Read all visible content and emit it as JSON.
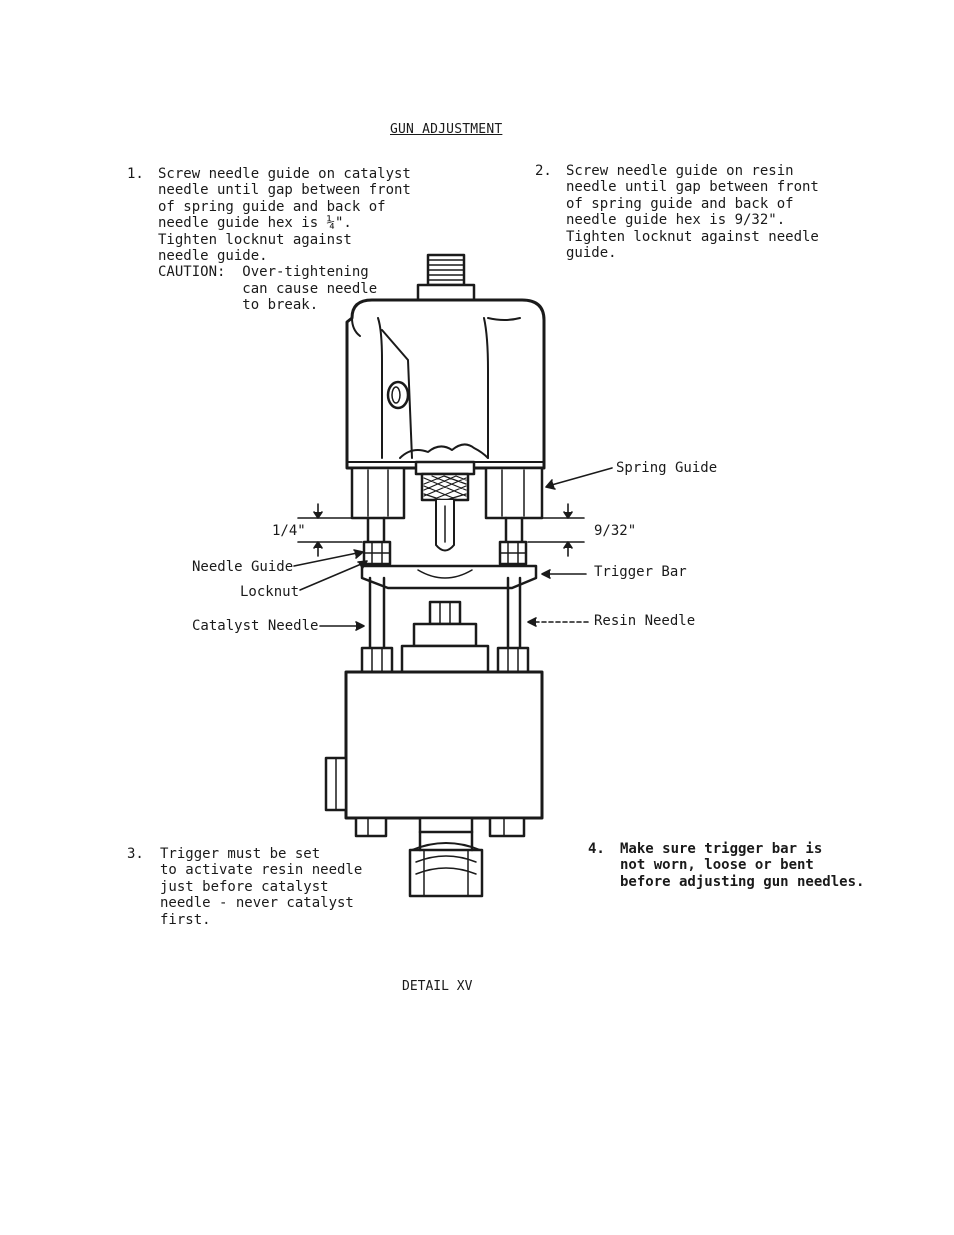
{
  "title": "GUN ADJUSTMENT",
  "caption": "DETAIL XV",
  "steps": [
    {
      "number": "1.",
      "lines": "Screw needle guide on catalyst\nneedle until gap between front\nof spring guide and back of\nneedle guide hex is ¼\".\nTighten locknut against\nneedle guide.\nCAUTION:  Over-tightening\n          can cause needle\n          to break."
    },
    {
      "number": "2.",
      "lines": "Screw needle guide on resin\nneedle until gap between front\nof spring guide and back of\nneedle guide hex is 9/32\".\nTighten locknut against needle\nguide."
    },
    {
      "number": "3.",
      "lines": "Trigger must be set\nto activate resin needle\njust before catalyst\nneedle - never catalyst\nfirst."
    },
    {
      "number": "4.",
      "lines": "Make sure trigger bar is\nnot worn, loose or bent\nbefore adjusting gun needles."
    }
  ],
  "callouts": {
    "spring_guide": "Spring Guide",
    "gap_left": "1/4\"",
    "gap_right": "9/32\"",
    "needle_guide": "Needle Guide",
    "locknut": "Locknut",
    "catalyst_needle": "Catalyst Needle",
    "trigger_bar": "Trigger Bar",
    "resin_needle": "Resin Needle"
  },
  "colors": {
    "ink": "#1a1a1a",
    "paper": "#ffffff"
  }
}
